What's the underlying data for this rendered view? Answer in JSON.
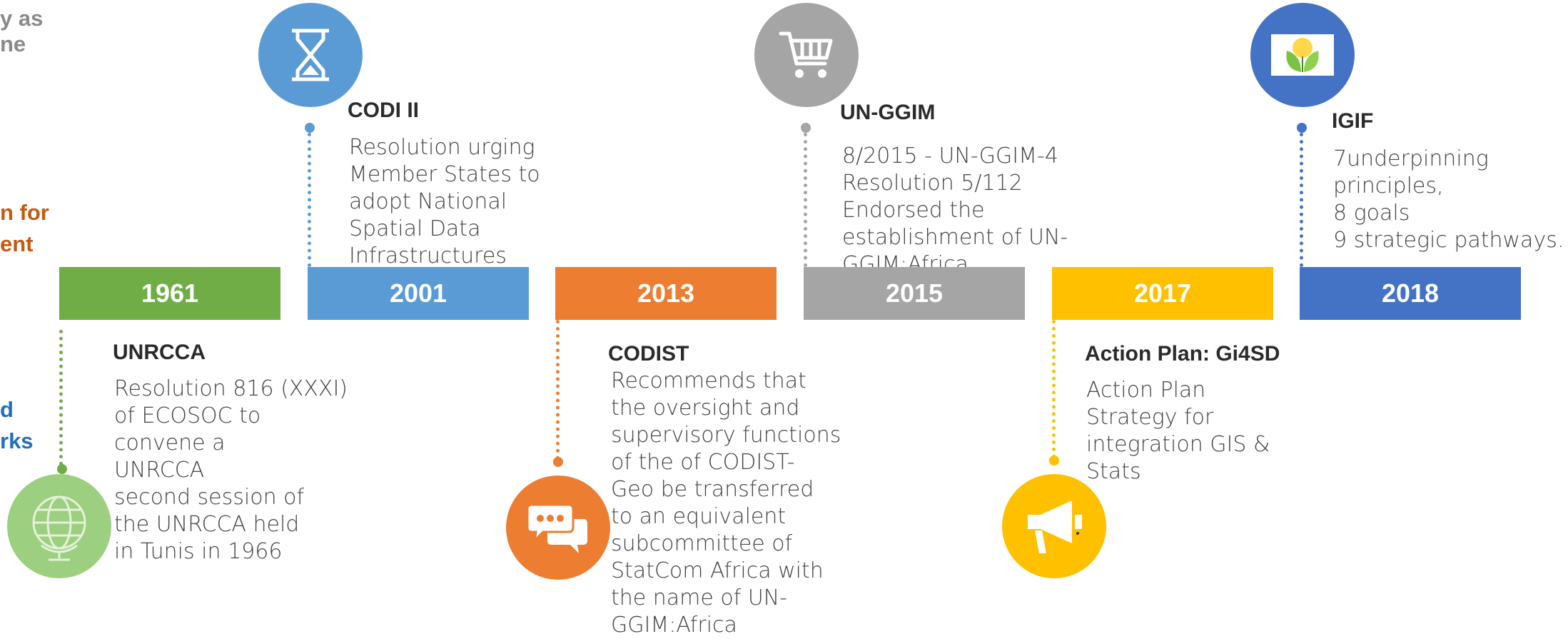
{
  "left_fragments": [
    {
      "text": "y as",
      "color": "#8a8a8a"
    },
    {
      "text": "ne",
      "color": "#8a8a8a"
    },
    {
      "text": "n for",
      "color": "#c55a11"
    },
    {
      "text": "ent",
      "color": "#c55a11"
    },
    {
      "text": "d",
      "color": "#1f6fbf"
    },
    {
      "text": "rks",
      "color": "#1f6fbf"
    }
  ],
  "years": [
    {
      "label": "1961",
      "color": "#70ad47"
    },
    {
      "label": "2001",
      "color": "#5b9bd5"
    },
    {
      "label": "2013",
      "color": "#ed7d31"
    },
    {
      "label": "2015",
      "color": "#a5a5a5"
    },
    {
      "label": "2017",
      "color": "#ffc000"
    },
    {
      "label": "2018",
      "color": "#4472c4"
    }
  ],
  "events": [
    {
      "title": "UNRCCA",
      "lines": [
        "Resolution 816 (XXXI)",
        "of ECOSOC to",
        "convene a",
        "UNRCCA",
        "second session of",
        "the UNRCCA held",
        "in Tunis in 1966"
      ],
      "icon": "globe-icon"
    },
    {
      "title": "CODI II",
      "lines": [
        "Resolution urging",
        "Member States to",
        "adopt National",
        "Spatial Data",
        "Infrastructures"
      ],
      "icon": "hourglass-icon"
    },
    {
      "title": "CODIST",
      "lines": [
        "Recommends that",
        "the oversight and",
        "supervisory functions",
        "of the of CODIST-",
        "Geo be transferred",
        "to an equivalent",
        "subcommittee of",
        "StatCom Africa with",
        "the name of UN-",
        "GGIM:Africa"
      ],
      "icon": "chat-bubbles-icon"
    },
    {
      "title": "UN-GGIM",
      "lines": [
        "8/2015 - UN-GGIM-4",
        "Resolution 5/112",
        "Endorsed the",
        "establishment of UN-",
        "GGIM:Africa"
      ],
      "icon": "shopping-cart-icon"
    },
    {
      "title": "Action Plan: Gi4SD",
      "lines": [
        "Action Plan",
        "Strategy for",
        "integration GIS &",
        "Stats"
      ],
      "icon": "megaphone-icon"
    },
    {
      "title": "IGIF",
      "lines": [
        " 7underpinning",
        "principles,",
        " 8 goals",
        "9 strategic pathways."
      ],
      "icon": "leaf-sun-icon"
    }
  ]
}
